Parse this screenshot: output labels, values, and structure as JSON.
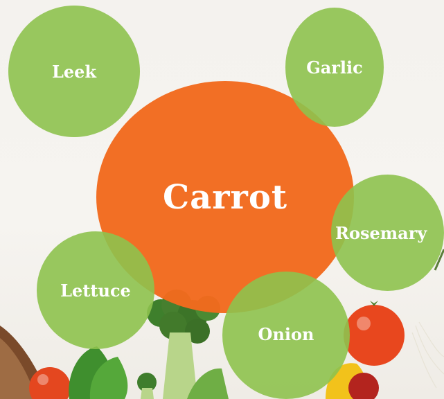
{
  "diagram": {
    "center": {
      "label": "Carrot"
    },
    "nodes": [
      {
        "id": "leek",
        "label": "Leek"
      },
      {
        "id": "garlic",
        "label": "Garlic"
      },
      {
        "id": "rosemary",
        "label": "Rosemary"
      },
      {
        "id": "lettuce",
        "label": "Lettuce"
      },
      {
        "id": "onion",
        "label": "Onion"
      }
    ]
  },
  "colors": {
    "center_fill": "#f26a1e",
    "node_fill": "#8ec24e",
    "text": "#ffffff"
  }
}
